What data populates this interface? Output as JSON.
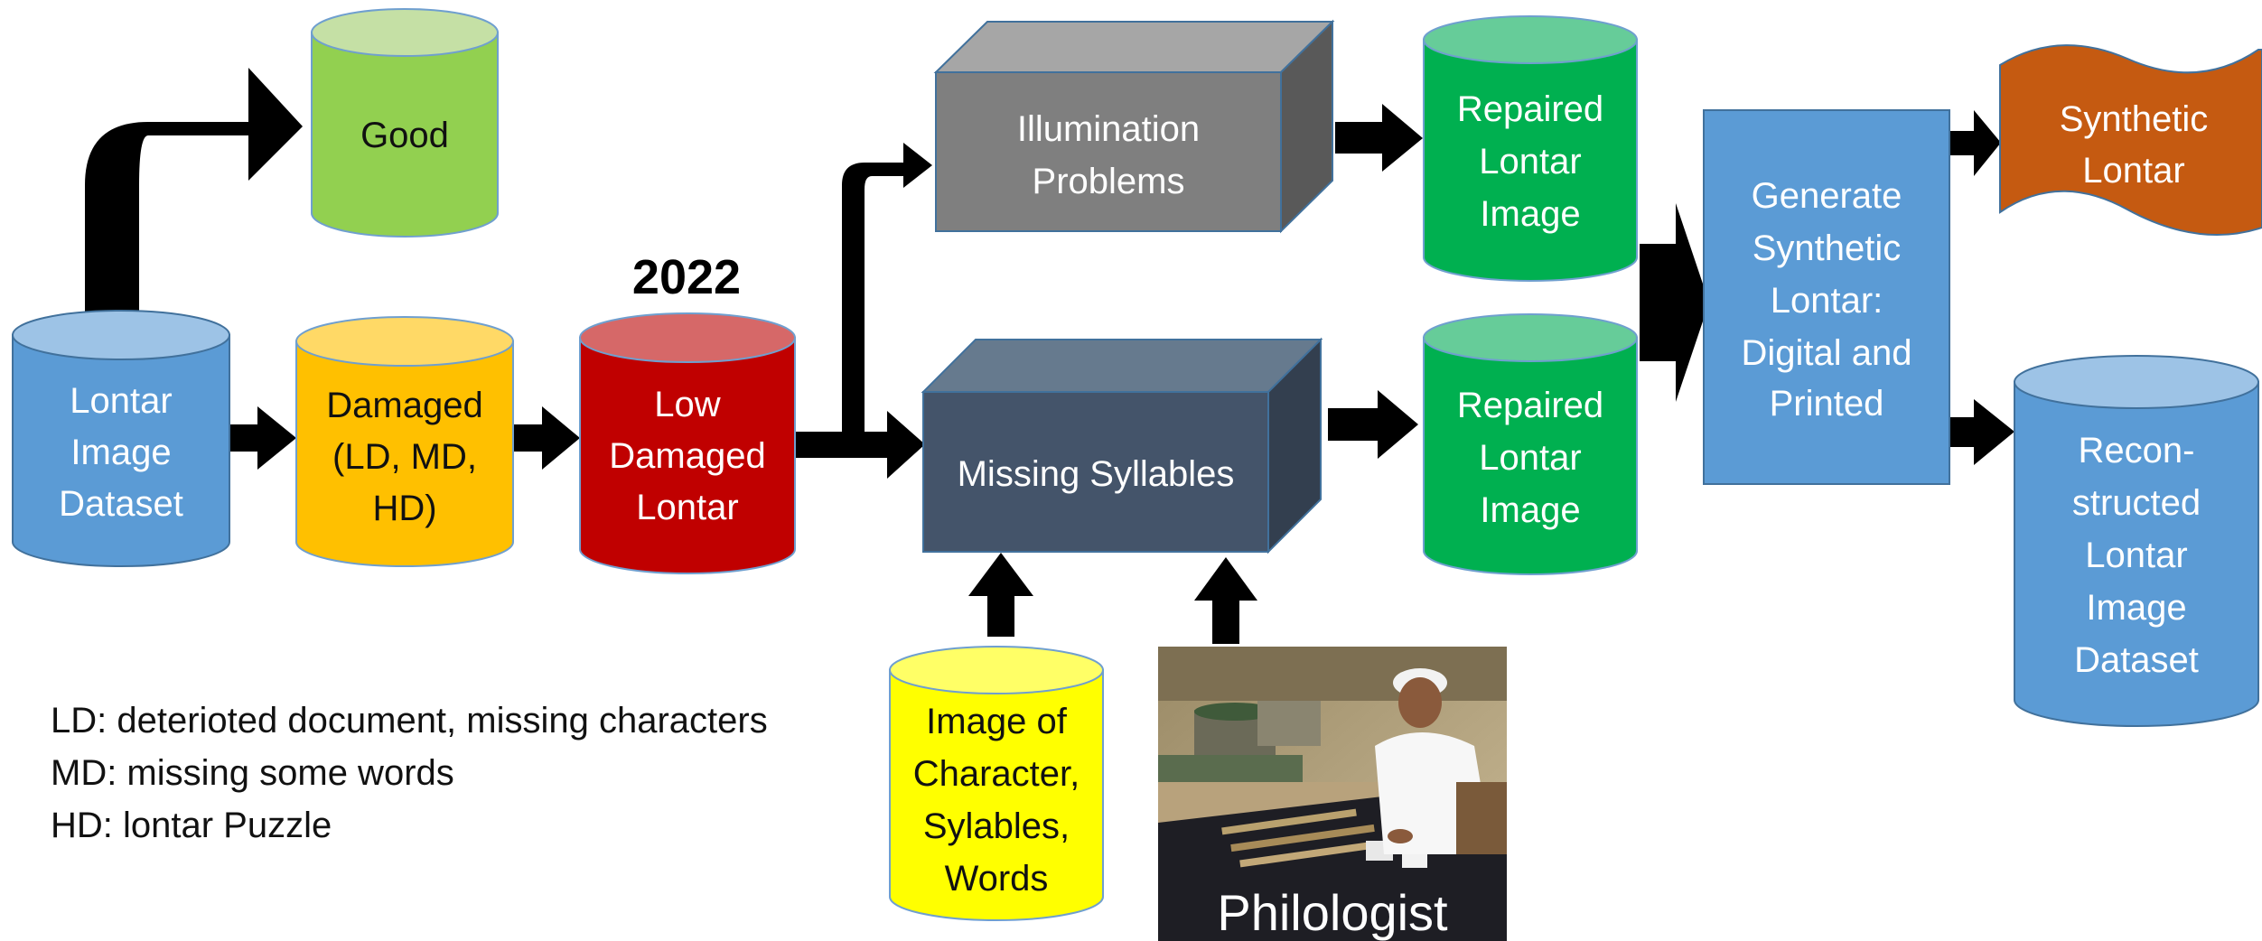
{
  "nodes": {
    "good": "Good",
    "lontar_dataset": [
      "Lontar",
      "Image",
      "Dataset"
    ],
    "damaged": [
      "Damaged",
      "(LD, MD,",
      "HD)"
    ],
    "year": "2022",
    "low_damaged": [
      "Low",
      "Damaged",
      "Lontar"
    ],
    "illumination": [
      "Illumination",
      "Problems"
    ],
    "missing_syllables": "Missing Syllables",
    "repaired_top": [
      "Repaired",
      "Lontar",
      "Image"
    ],
    "repaired_bottom": [
      "Repaired",
      "Lontar",
      "Image"
    ],
    "generate": [
      "Generate",
      "Synthetic",
      "Lontar:",
      "Digital and",
      "Printed"
    ],
    "synthetic": [
      "Synthetic",
      "Lontar"
    ],
    "reconstructed": [
      "Recon-",
      "structed",
      "Lontar",
      "Image",
      "Dataset"
    ],
    "image_of": [
      "Image of",
      "Character,",
      "Sylables,",
      "Words"
    ],
    "philologist": "Philologist"
  },
  "legend": [
    "LD: deterioted document, missing characters",
    "MD: missing some words",
    "HD: lontar Puzzle"
  ],
  "colors": {
    "good": "#92d050",
    "lontar_dataset": "#5b9bd5",
    "damaged": "#ffc000",
    "low_damaged": "#c00000",
    "illumination": "#7f7f7f",
    "missing_syllables": "#44546a",
    "repaired": "#00b050",
    "generate": "#5b9bd5",
    "synthetic": "#c55a11",
    "reconstructed": "#5b9bd5",
    "image_of": "#ffff00",
    "arrow": "#000000"
  }
}
